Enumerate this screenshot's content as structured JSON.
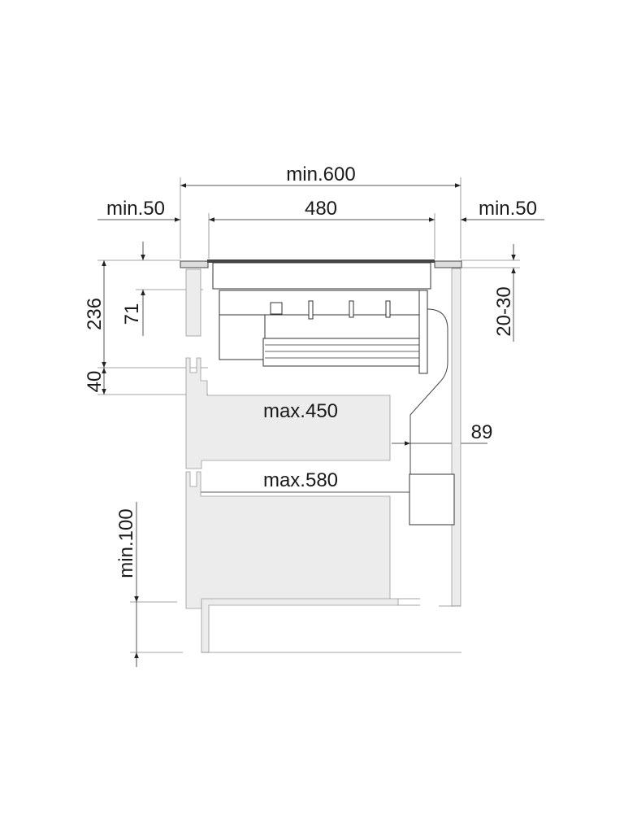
{
  "diagram": {
    "title": "Built-in hob with integrated extractor installation dimensions",
    "dimensions": {
      "total_width": "min.600",
      "hob_width": "480",
      "left_clearance": "min.50",
      "right_clearance": "min.50",
      "depth_under_top": "236",
      "hob_depth": "71",
      "gap": "40",
      "worktop_thickness": "20-30",
      "drawer_upper": "max.450",
      "duct_clearance": "89",
      "drawer_lower": "max.580",
      "plinth_height": "min.100"
    },
    "colors": {
      "panel": "#ececec",
      "line": "#555555",
      "text": "#1a1a1a"
    }
  }
}
